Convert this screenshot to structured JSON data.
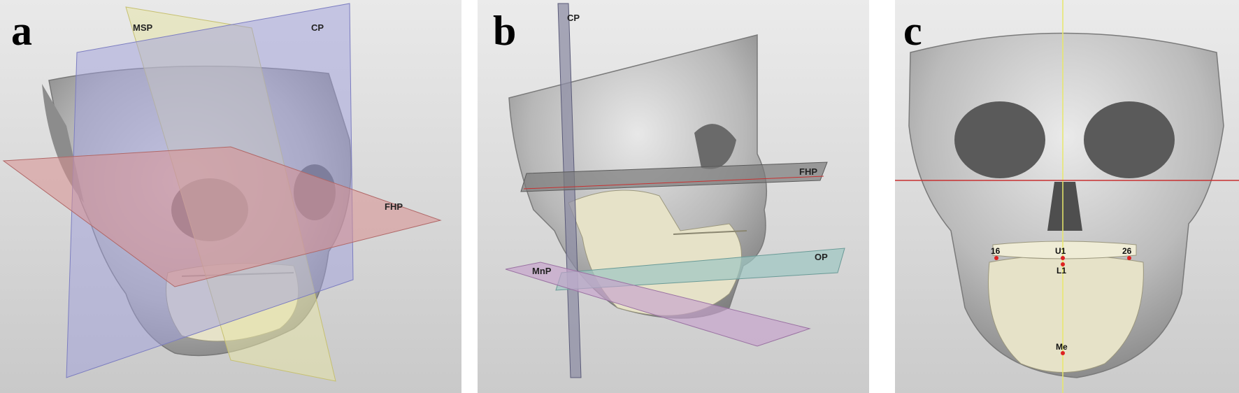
{
  "panels": [
    {
      "letter": "a",
      "planes": [
        "MSP",
        "CP",
        "FHP"
      ]
    },
    {
      "letter": "b",
      "planes": [
        "CP",
        "FHP",
        "OP",
        "MnP"
      ]
    },
    {
      "letter": "c",
      "landmarks": [
        "16",
        "U1",
        "26",
        "L1",
        "Me"
      ]
    }
  ],
  "colors": {
    "background": "#d3d3d3",
    "skull": "#c4c4c4",
    "teeth": "#e6e2c8",
    "msp_plane": "#e6e4a8",
    "cp_plane": "#9fa0dc",
    "fhp_plane": "#d88f8f",
    "op_plane": "#9cc6c2",
    "mnp_plane": "#c6a2cc",
    "midline": "#e8e86a",
    "horizontal_line": "#c83030"
  }
}
